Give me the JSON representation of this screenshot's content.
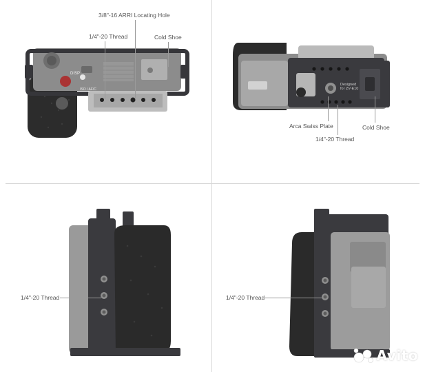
{
  "callouts": {
    "top_left": {
      "arri_hole": "3/8\"-16 ARRI Locating Hole",
      "thread": "1/4\"-20 Thread",
      "cold_shoe": "Cold Shoe"
    },
    "top_right": {
      "arca": "Arca Swiss Plate",
      "thread": "1/4\"-20 Thread",
      "cold_shoe": "Cold Shoe"
    },
    "bottom_left": {
      "thread": "1/4\"-20 Thread"
    },
    "bottom_right": {
      "thread": "1/4\"-20 Thread"
    }
  },
  "camera_markings": {
    "dial_label": "DISP",
    "iso_label": "ISO / AF/C",
    "plate_text": "Designed for ZV-E10"
  },
  "watermark": {
    "brand": "Avito"
  },
  "colors": {
    "cage": "#3a3a3e",
    "camera_body": "#8f8f8f",
    "grip": "#2b2b2b",
    "leader": "#9a9a9a",
    "label": "#555555"
  }
}
